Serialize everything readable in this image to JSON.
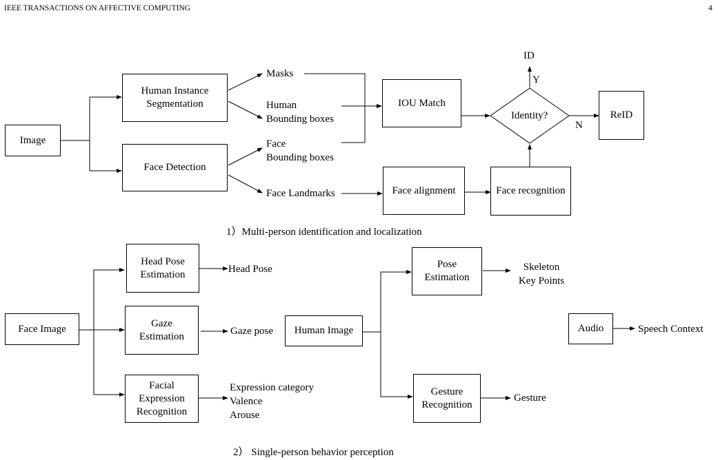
{
  "header": {
    "journal": "IEEE TRANSACTIONS ON AFFECTIVE COMPUTING",
    "page": "4"
  },
  "part1": {
    "image": "Image",
    "human_instance_segmentation": "Human Instance\nSegmentation",
    "face_detection": "Face Detection",
    "masks": "Masks",
    "human_bboxes": "Human\nBounding boxes",
    "face_bboxes": "Face\nBounding boxes",
    "face_landmarks": "Face Landmarks",
    "iou_match": "IOU Match",
    "identity": "Identity?",
    "id": "ID",
    "yes": "Y",
    "no": "N",
    "reid": "ReID",
    "face_alignment": "Face alignment",
    "face_recognition": "Face recognition",
    "caption": "1）Multi-person identification and localization"
  },
  "part2": {
    "face_image": "Face Image",
    "head_pose_estimation": "Head Pose\nEstimation",
    "head_pose": "Head Pose",
    "gaze_estimation": "Gaze\nEstimation",
    "gaze_pose": "Gaze pose",
    "fer": "Facial\nExpression\nRecognition",
    "fer_outputs": "Expression category\nValence\nArouse",
    "human_image": "Human Image",
    "pose_estimation": "Pose\nEstimation",
    "skeleton": "Skeleton\nKey Points",
    "gesture_recognition": "Gesture\nRecognition",
    "gesture": "Gesture",
    "audio": "Audio",
    "speech_context": "Speech Context",
    "caption": "2）  Single-person behavior perception"
  }
}
